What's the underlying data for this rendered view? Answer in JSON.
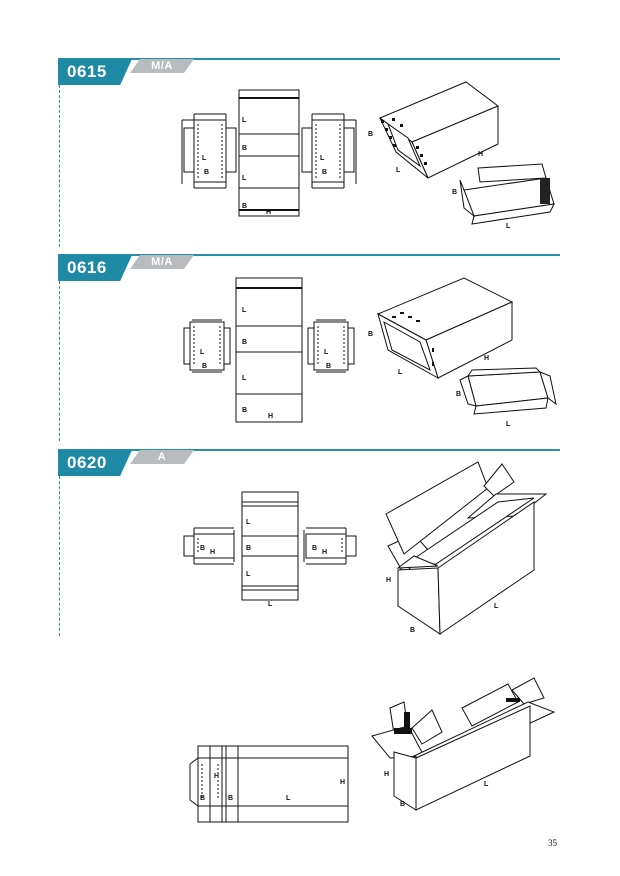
{
  "sections": [
    {
      "code": "0615",
      "type": "M/A"
    },
    {
      "code": "0616",
      "type": "M/A"
    },
    {
      "code": "0620",
      "type": "A"
    }
  ],
  "labels": {
    "l": "L",
    "b": "B",
    "h": "H"
  },
  "page_number": "35",
  "colors": {
    "accent": "#1e8aa6",
    "rule": "#2a8fa8",
    "tag": "#b9bcbf"
  }
}
